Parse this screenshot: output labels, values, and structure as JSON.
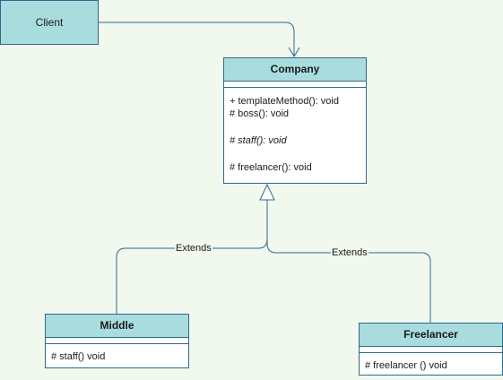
{
  "client": {
    "label": "Client"
  },
  "company": {
    "name": "Company",
    "methods": [
      "+ templateMethod(): void",
      "# boss(): void",
      "# staff(): void",
      "# freelancer(): void"
    ]
  },
  "middle": {
    "name": "Middle",
    "methods": [
      "# staff() void"
    ]
  },
  "freelancer": {
    "name": "Freelancer",
    "methods": [
      "# freelancer () void"
    ]
  },
  "edges": {
    "middle_extends": "Extends",
    "freelancer_extends": "Extends"
  },
  "colors": {
    "background": "#f1f8ee",
    "fill": "#a9dcdf",
    "stroke": "#2d6a8a"
  }
}
